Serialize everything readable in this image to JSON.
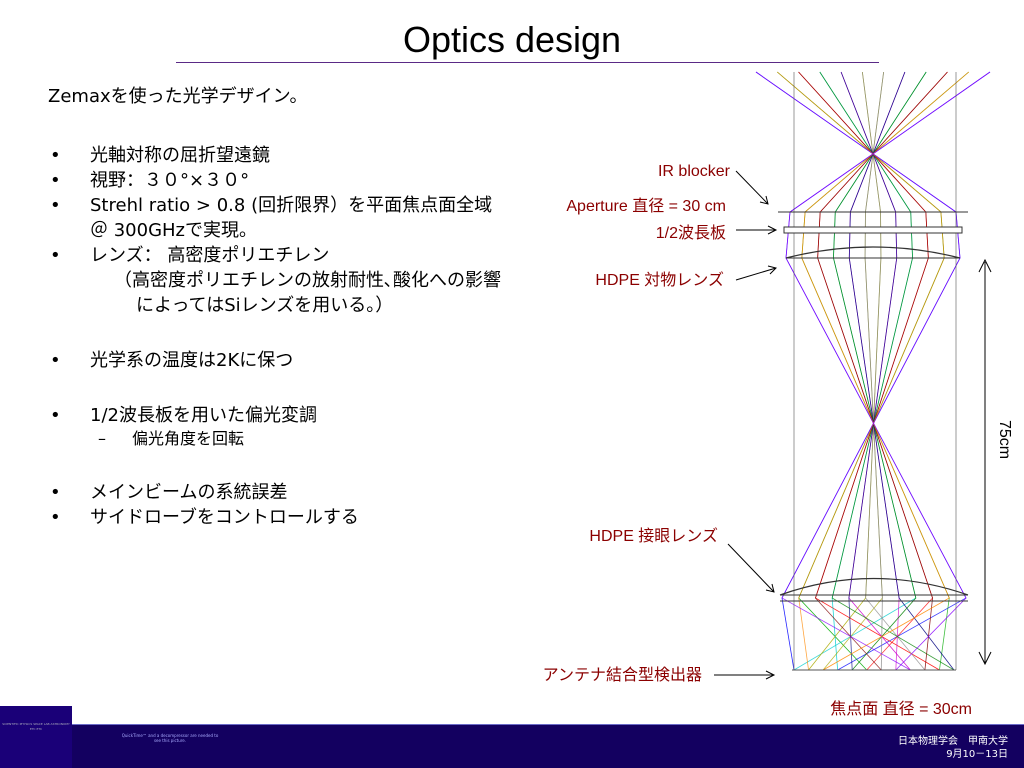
{
  "title": "Optics design",
  "content": {
    "lead": "Zemaxを使った光学デザイン。",
    "bullet_glyph": "•",
    "dash_glyph": "–",
    "bullets": [
      "光軸対称の屈折望遠鏡",
      "視野：３０°×３０°",
      "Strehl ratio > 0.8 (回折限界）を平面焦点面全域 ＠ 300GHzで実現。",
      "レンズ： 高密度ポリエチレン",
      "（高密度ポリエチレンの放射耐性､酸化への影響によってはSiレンズを用いる。）",
      "光学系の温度は2Kに保つ",
      "1/2波長板を用いた偏光変調",
      "偏光角度を回転",
      "メインビームの系統誤差",
      "サイドローブをコントロールする"
    ]
  },
  "diagram": {
    "labels": {
      "ir_blocker": "IR blocker",
      "aperture": "Aperture 直径 = 30 cm",
      "half_wave_plate": "1/2波長板",
      "objective_lens": "HDPE 対物レンズ",
      "eyepiece_lens": "HDPE 接眼レンズ",
      "detector": "アンテナ結合型検出器",
      "focal_plane": "焦点面 直径 = 30cm",
      "length": "75cm"
    },
    "label_color": "#8b0000",
    "ray_colors": [
      "#0000ff",
      "#00aa00",
      "#ff0000",
      "#00cccc",
      "#cc00cc",
      "#aaaa00",
      "#888888",
      "#000080",
      "#008000",
      "#800000",
      "#ff8800",
      "#8800ff"
    ]
  },
  "footer": {
    "logo_text": "SCIENTIFIC PHYSICS SPACE LAB ASTRONOMY ETC ETC",
    "center_text": "QuickTime™ and a decompressor are needed to see this picture.",
    "line1": "日本物理学会　甲南大学",
    "line2": "9月10－13日",
    "bar_color": "#130060"
  }
}
